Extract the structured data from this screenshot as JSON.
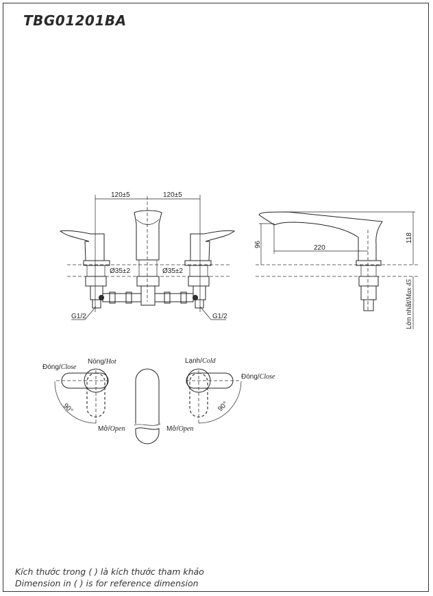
{
  "title": "TBG01201BA",
  "front_view": {
    "dim_left": "120±5",
    "dim_right": "120±5",
    "dia_left": "Ø35±2",
    "dia_right": "Ø35±2",
    "thread_left": "G1/2",
    "thread_right": "G1/2"
  },
  "side_view": {
    "height_total": "118",
    "height_spout": "96",
    "reach": "220",
    "max_thickness_vi": "Lớn nhất/",
    "max_thickness_en": "Max 45"
  },
  "top_view": {
    "left_close_vi": "Đóng/",
    "left_close_en": "Close",
    "hot_vi": "Nóng/",
    "hot_en": "Hot",
    "left_angle": "90°",
    "left_open_vi": "Mở/",
    "left_open_en": "Open",
    "cold_vi": "Lạnh/",
    "cold_en": "Cold",
    "right_close_vi": "Đóng/",
    "right_close_en": "Close",
    "right_angle": "90°",
    "right_open_vi": "Mở/",
    "right_open_en": "Open"
  },
  "notes": {
    "vi": "Kích thước trong ( ) là kích thước tham khảo",
    "en": "Dimension in ( ) is for reference dimension"
  }
}
